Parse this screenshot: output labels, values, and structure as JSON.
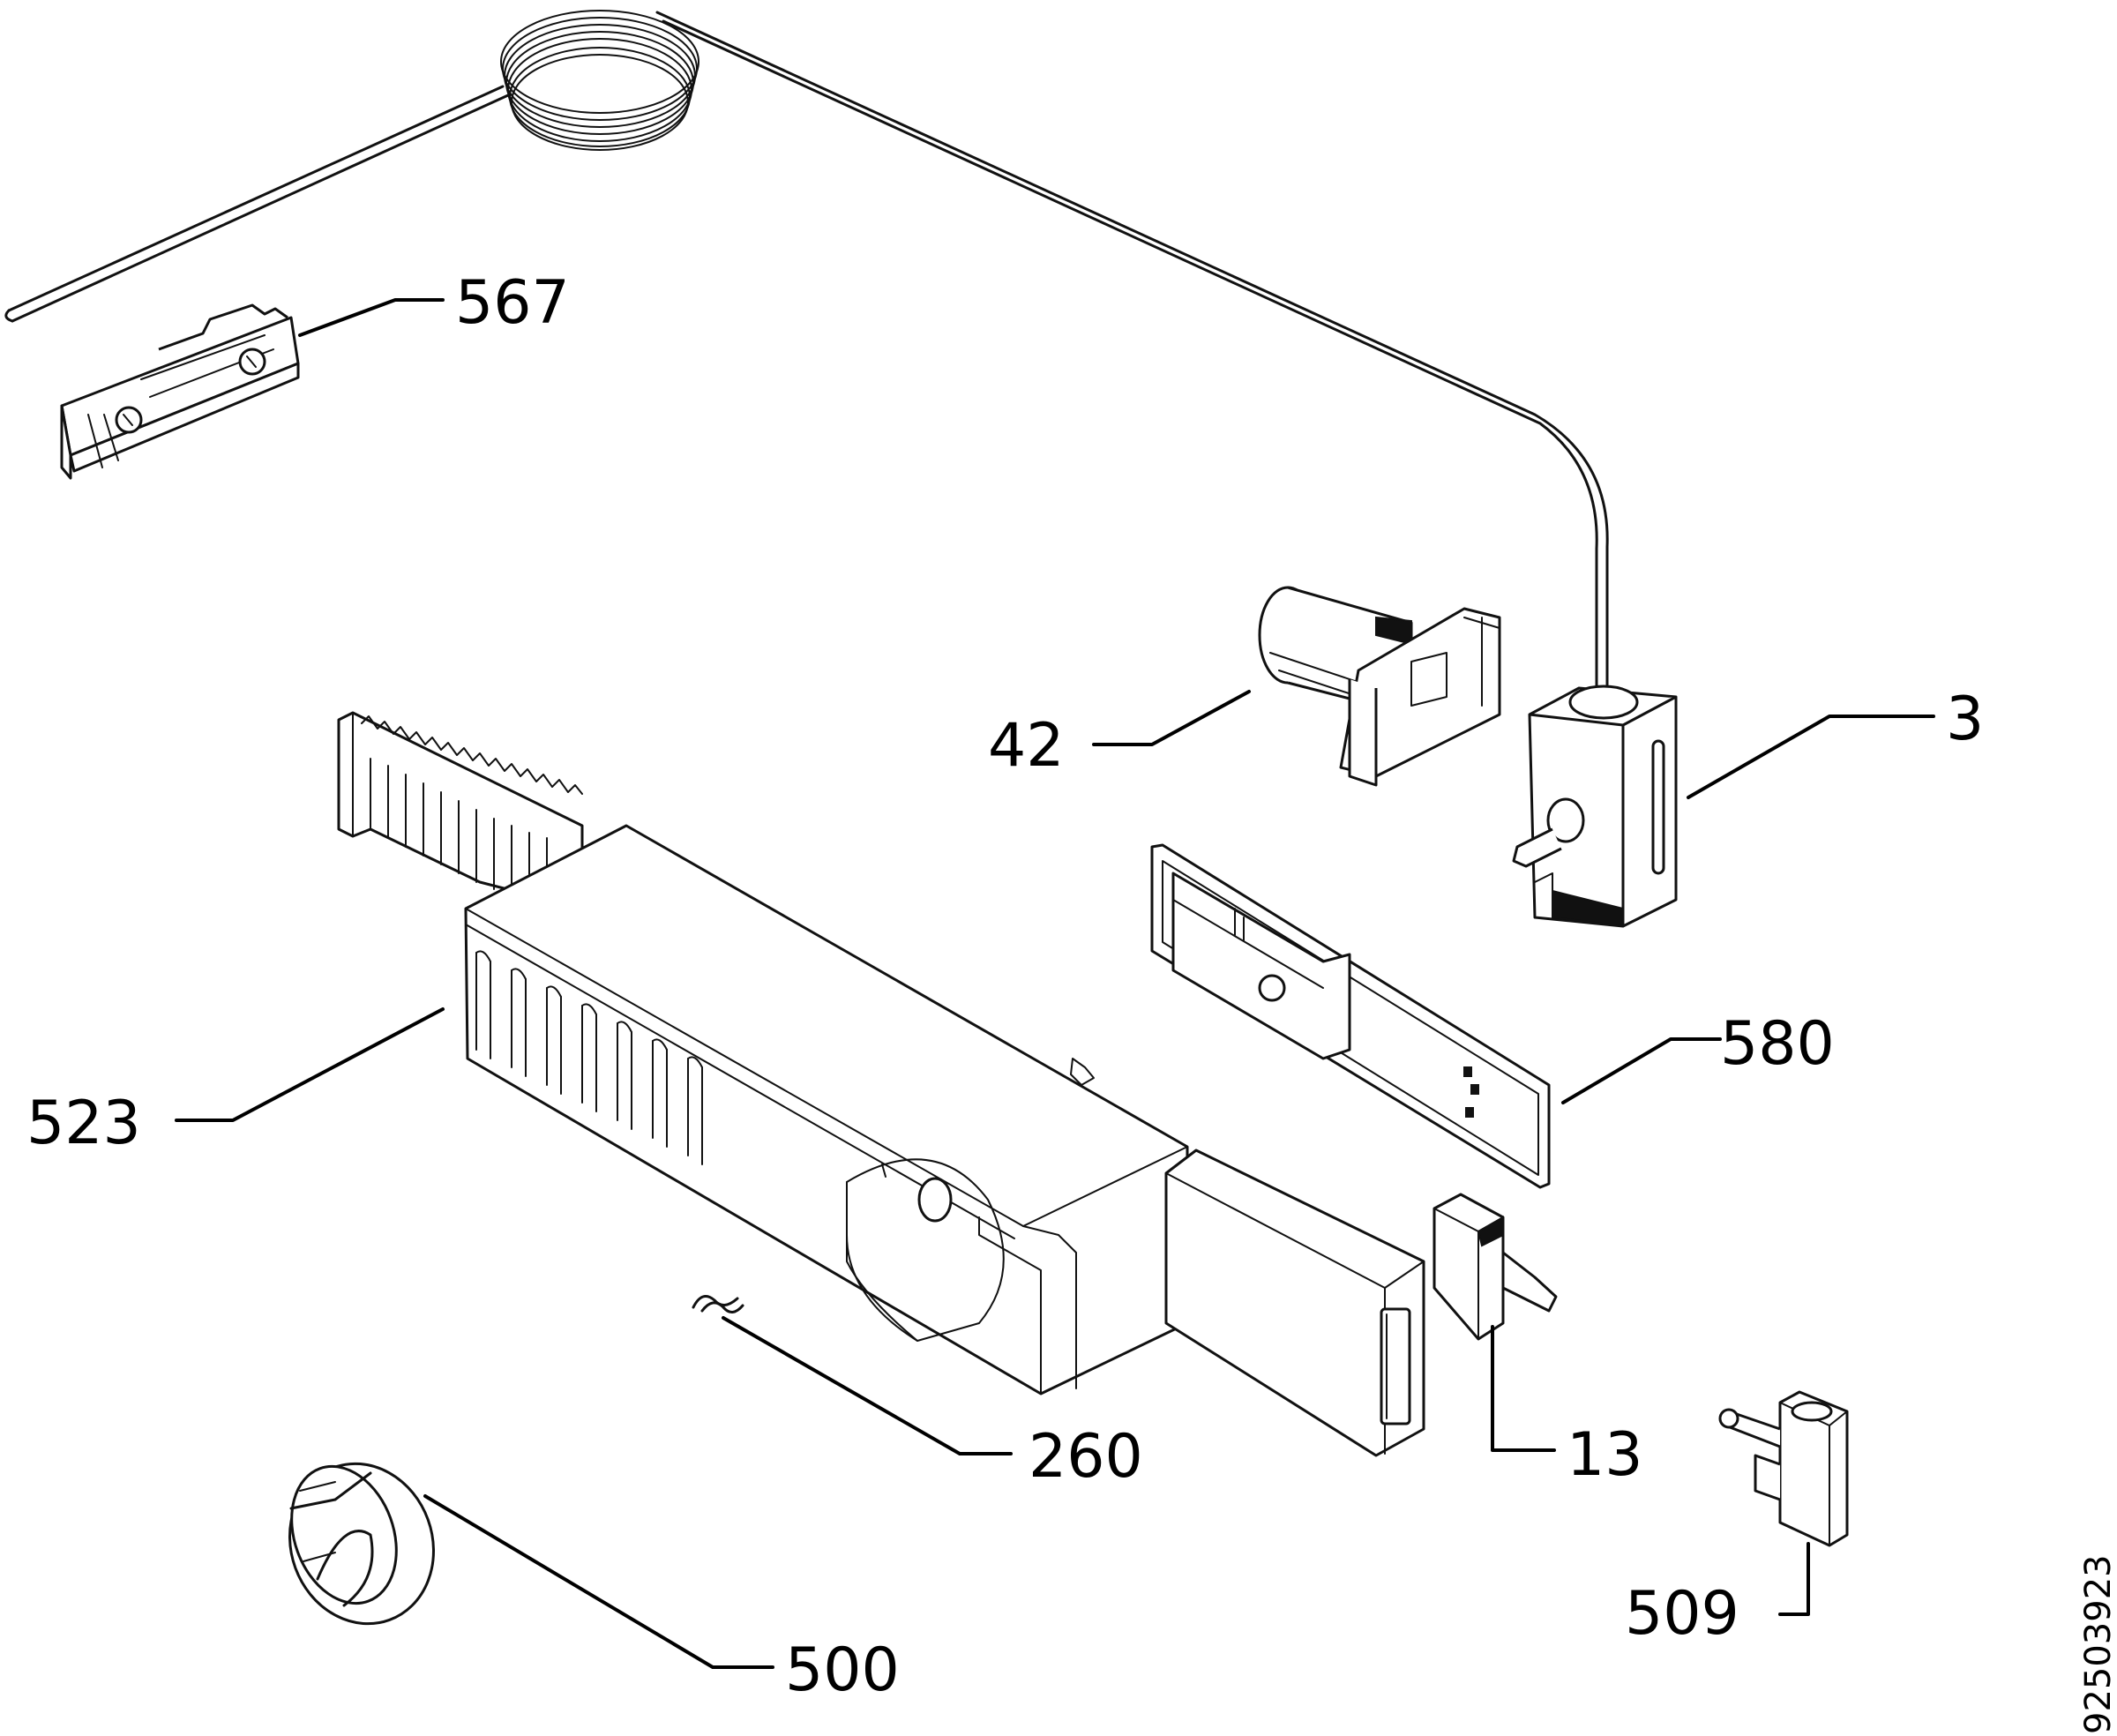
{
  "diagram": {
    "document_code": "92503923",
    "parts": [
      {
        "id": "567",
        "label": "567"
      },
      {
        "id": "3",
        "label": "3"
      },
      {
        "id": "42",
        "label": "42"
      },
      {
        "id": "580",
        "label": "580"
      },
      {
        "id": "523",
        "label": "523"
      },
      {
        "id": "260",
        "label": "260"
      },
      {
        "id": "13",
        "label": "13"
      },
      {
        "id": "500",
        "label": "500"
      },
      {
        "id": "509",
        "label": "509"
      }
    ]
  }
}
